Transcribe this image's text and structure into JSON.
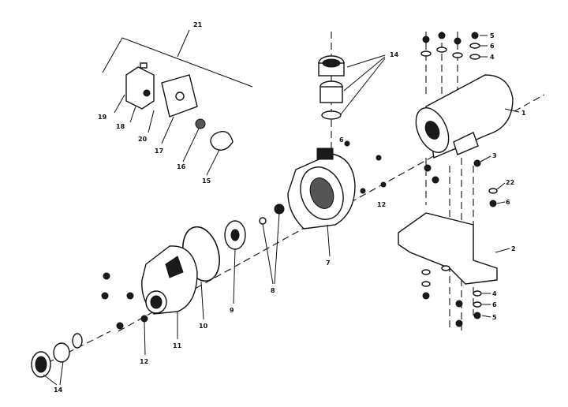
{
  "diagram": {
    "callouts": [
      {
        "id": "21",
        "text": "21"
      },
      {
        "id": "14a",
        "text": "14"
      },
      {
        "id": "5a",
        "text": "5"
      },
      {
        "id": "6a",
        "text": "6"
      },
      {
        "id": "4a",
        "text": "4"
      },
      {
        "id": "1",
        "text": "1"
      },
      {
        "id": "19",
        "text": "19"
      },
      {
        "id": "18",
        "text": "18"
      },
      {
        "id": "20",
        "text": "20"
      },
      {
        "id": "17",
        "text": "17"
      },
      {
        "id": "16",
        "text": "16"
      },
      {
        "id": "15",
        "text": "15"
      },
      {
        "id": "6b",
        "text": "6"
      },
      {
        "id": "3",
        "text": "3"
      },
      {
        "id": "22",
        "text": "22"
      },
      {
        "id": "6c",
        "text": "6"
      },
      {
        "id": "12a",
        "text": "12"
      },
      {
        "id": "7",
        "text": "7"
      },
      {
        "id": "2",
        "text": "2"
      },
      {
        "id": "8",
        "text": "8"
      },
      {
        "id": "9",
        "text": "9"
      },
      {
        "id": "10",
        "text": "10"
      },
      {
        "id": "11",
        "text": "11"
      },
      {
        "id": "12b",
        "text": "12"
      },
      {
        "id": "4b",
        "text": "4"
      },
      {
        "id": "6d",
        "text": "6"
      },
      {
        "id": "5b",
        "text": "5"
      },
      {
        "id": "14b",
        "text": "14"
      }
    ]
  }
}
